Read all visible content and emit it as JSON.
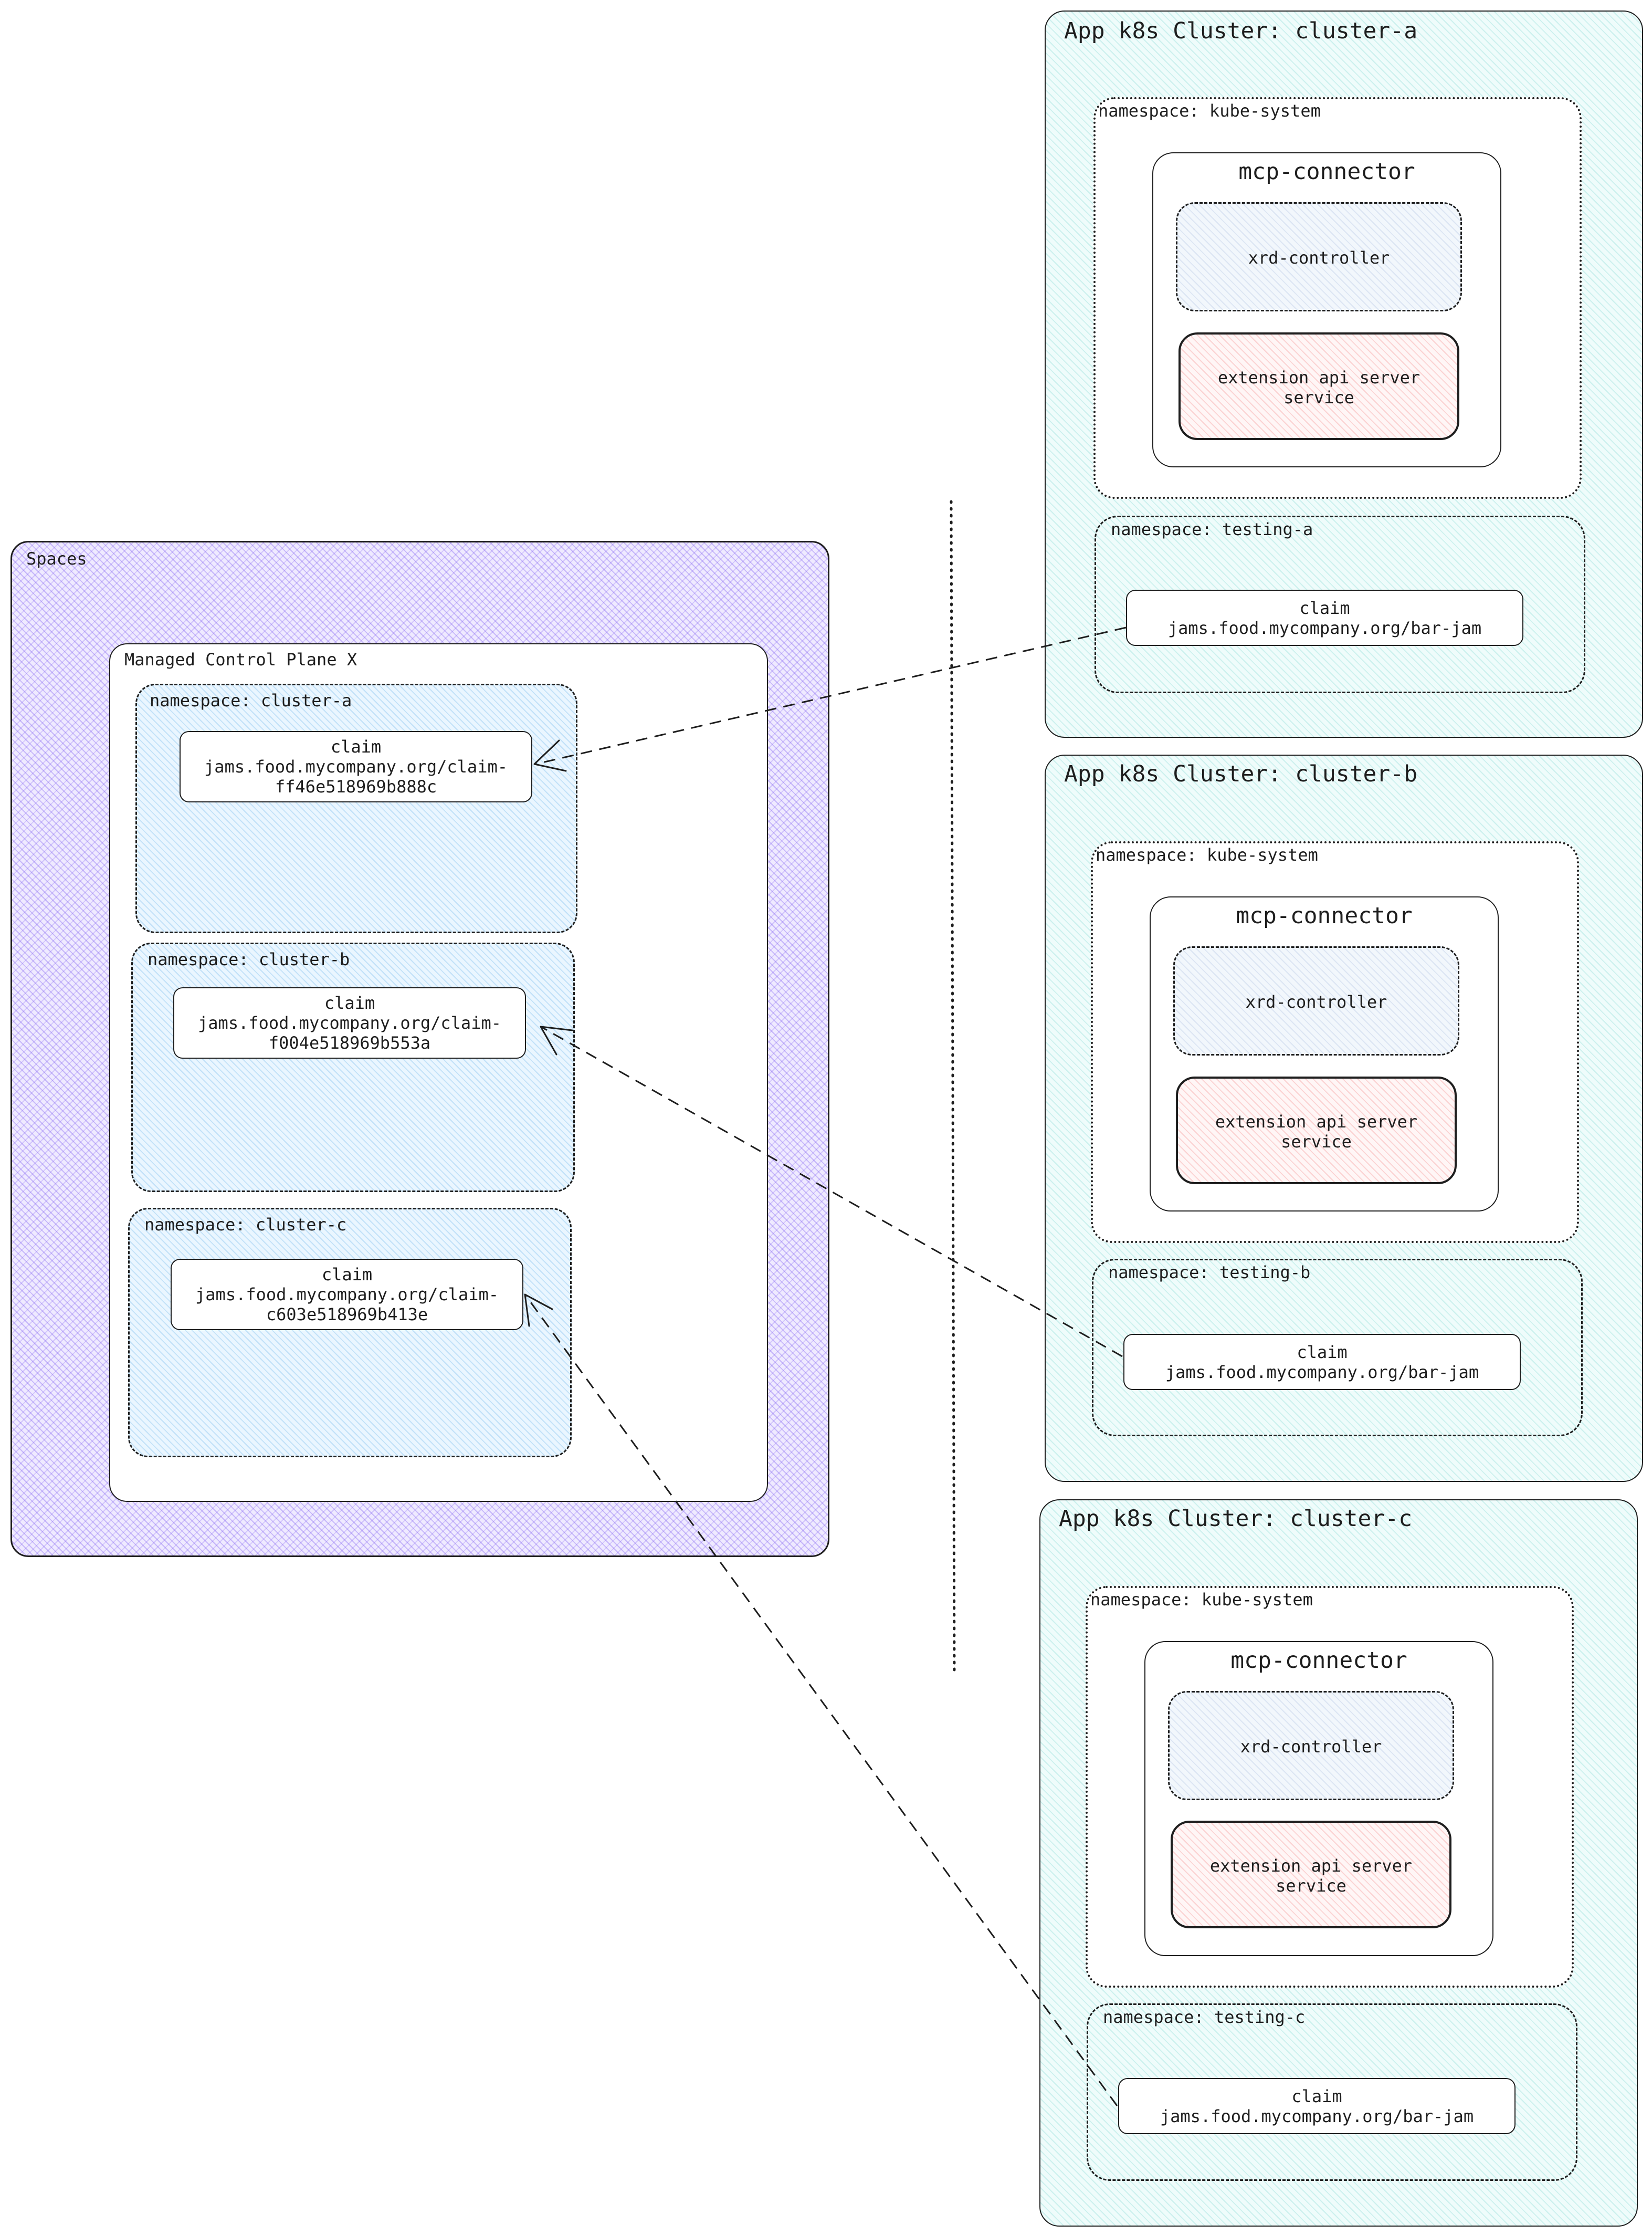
{
  "spaces": {
    "label": "Spaces",
    "control_plane": {
      "label": "Managed Control Plane X",
      "namespaces": [
        {
          "label": "namespace: cluster-a",
          "claim": {
            "line1": "claim",
            "line2": "jams.food.mycompany.org/claim-",
            "line3": "ff46e518969b888c"
          }
        },
        {
          "label": "namespace: cluster-b",
          "claim": {
            "line1": "claim",
            "line2": "jams.food.mycompany.org/claim-",
            "line3": "f004e518969b553a"
          }
        },
        {
          "label": "namespace: cluster-c",
          "claim": {
            "line1": "claim",
            "line2": "jams.food.mycompany.org/claim-",
            "line3": "c603e518969b413e"
          }
        }
      ]
    }
  },
  "clusters": [
    {
      "title": "App k8s Cluster: cluster-a",
      "kube_system_label": "namespace: kube-system",
      "connector_title": "mcp-connector",
      "xrd_label": "xrd-controller",
      "ext_line1": "extension api server",
      "ext_line2": "service",
      "testing_label": "namespace: testing-a",
      "claim_line1": "claim",
      "claim_line2": "jams.food.mycompany.org/bar-jam"
    },
    {
      "title": "App k8s Cluster: cluster-b",
      "kube_system_label": "namespace: kube-system",
      "connector_title": "mcp-connector",
      "xrd_label": "xrd-controller",
      "ext_line1": "extension api server",
      "ext_line2": "service",
      "testing_label": "namespace: testing-b",
      "claim_line1": "claim",
      "claim_line2": "jams.food.mycompany.org/bar-jam"
    },
    {
      "title": "App k8s Cluster: cluster-c",
      "kube_system_label": "namespace: kube-system",
      "connector_title": "mcp-connector",
      "xrd_label": "xrd-controller",
      "ext_line1": "extension api server",
      "ext_line2": "service",
      "testing_label": "namespace: testing-c",
      "claim_line1": "claim",
      "claim_line2": "jams.food.mycompany.org/bar-jam"
    }
  ]
}
